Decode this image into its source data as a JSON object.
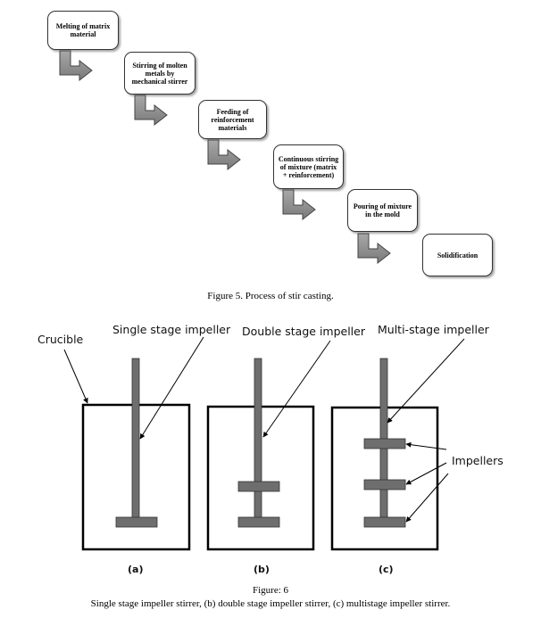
{
  "figure5": {
    "steps": [
      "Melting of matrix material",
      "Stirring of molten metals by mechanical stirrer",
      "Feeding of reinforcement materials",
      "Continuous stirring of mixture (matrix + reinforcement)",
      "Pouring of mixture in the mold",
      "Solidification"
    ],
    "caption": "Figure 5. Process of stir casting."
  },
  "figure6": {
    "labels": {
      "crucible": "Crucible",
      "single": "Single stage impeller",
      "double": "Double stage impeller",
      "multi": "Multi-stage impeller",
      "impellers": "Impellers"
    },
    "sub_labels": [
      "(a)",
      "(b)",
      "(c)"
    ],
    "caption_title": "Figure: 6",
    "caption_text": "Single stage impeller stirrer, (b) double stage impeller stirrer, (c) multistage impeller stirrer.",
    "colors": {
      "shaft": "#6e6e6e",
      "outline": "#000000"
    }
  }
}
